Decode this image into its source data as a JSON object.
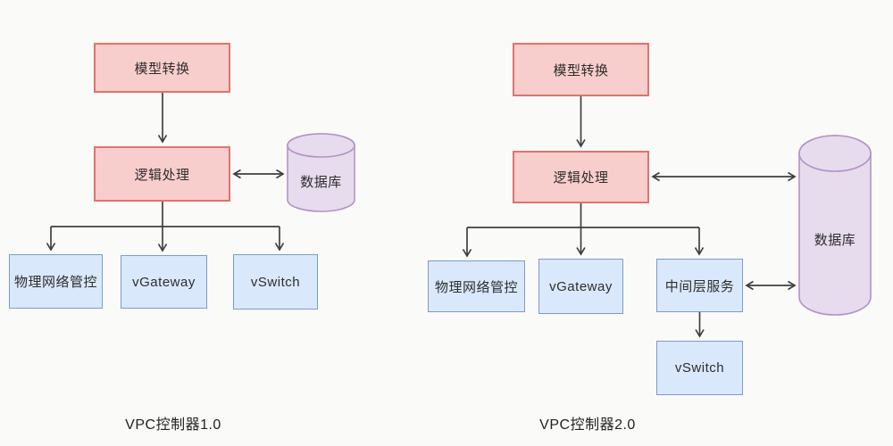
{
  "colors": {
    "background": "#fafaf8",
    "process_fill": "#f8cecc",
    "process_stroke": "#e0726d",
    "component_fill": "#dae8fc",
    "component_stroke": "#7b9bc9",
    "database_fill": "#e7dbee",
    "database_stroke": "#b193c6",
    "arrow": "#3f3f3f",
    "text": "#2d2d2d"
  },
  "left_diagram": {
    "caption": "VPC控制器1.0",
    "nodes": {
      "model_conversion": "模型转换",
      "logic_processing": "逻辑处理",
      "database": "数据库",
      "physical_network_mgmt": "物理网络管控",
      "vgateway": "vGateway",
      "vswitch": "vSwitch"
    }
  },
  "right_diagram": {
    "caption": "VPC控制器2.0",
    "nodes": {
      "model_conversion": "模型转换",
      "logic_processing": "逻辑处理",
      "database": "数据库",
      "physical_network_mgmt": "物理网络管控",
      "vgateway": "vGateway",
      "middle_layer_service": "中间层服务",
      "vswitch": "vSwitch"
    }
  }
}
